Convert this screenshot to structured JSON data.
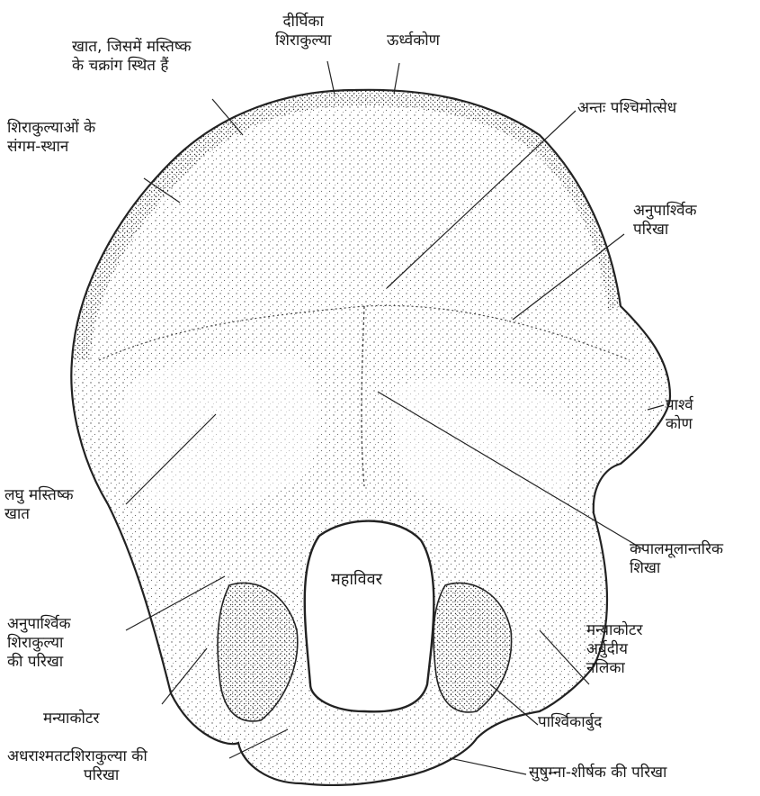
{
  "labels": {
    "dirghika": [
      "दीर्घिका",
      "शिराकुल्या"
    ],
    "urdhvakon": [
      "ऊर्ध्वकोण"
    ],
    "khaat": [
      "खात, जिसमें मस्तिष्क",
      "के चक्रांग स्थित हैं"
    ],
    "sangam": [
      "शिराकुल्याओं के",
      "संगम-स्थान"
    ],
    "antah": [
      "अन्तः पश्चिमोत्सेध"
    ],
    "anuparshvik_parikha": [
      "अनुपार्श्विक",
      "परिखा"
    ],
    "parshva_kon": [
      "पार्श्व",
      "कोण"
    ],
    "laghu": [
      "लघु मस्तिष्क",
      "खात"
    ],
    "kapal": [
      "कपालमूलान्तरिक",
      "शिखा"
    ],
    "mahavivar": [
      "महाविवर"
    ],
    "anuparshvik_shira": [
      "अनुपार्श्विक",
      "शिराकुल्या",
      "की परिखा"
    ],
    "manyakotar_left": [
      "मन्याकोटर"
    ],
    "manyakotar_arbud": [
      "मन्याकोटर",
      "अर्बुदीय",
      "नलिका"
    ],
    "parshvikarbud": [
      "पार्श्विकार्बुद"
    ],
    "adhara": [
      "अधराश्मतटशिराकुल्या की",
      "परिखा"
    ],
    "sushumna": [
      "सुषुम्ना-शीर्षक की परिखा"
    ]
  }
}
